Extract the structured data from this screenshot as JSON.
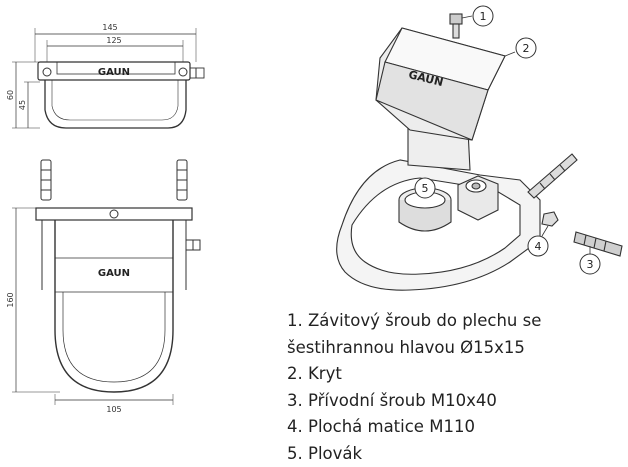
{
  "brand": "GAUN",
  "dimensions": {
    "overall_width": "145",
    "inner_width": "125",
    "height_total": "60",
    "height_bowl": "45",
    "length": "160",
    "bottom_width": "105"
  },
  "callouts": [
    "1",
    "2",
    "3",
    "4",
    "5"
  ],
  "legend": [
    "1. Závitový šroub do plechu se",
    "šestihrannou hlavou Ø15x15",
    "2. Kryt",
    "3. Přívodní šroub M10x40",
    "4. Plochá matice M110",
    "5. Plovák"
  ]
}
